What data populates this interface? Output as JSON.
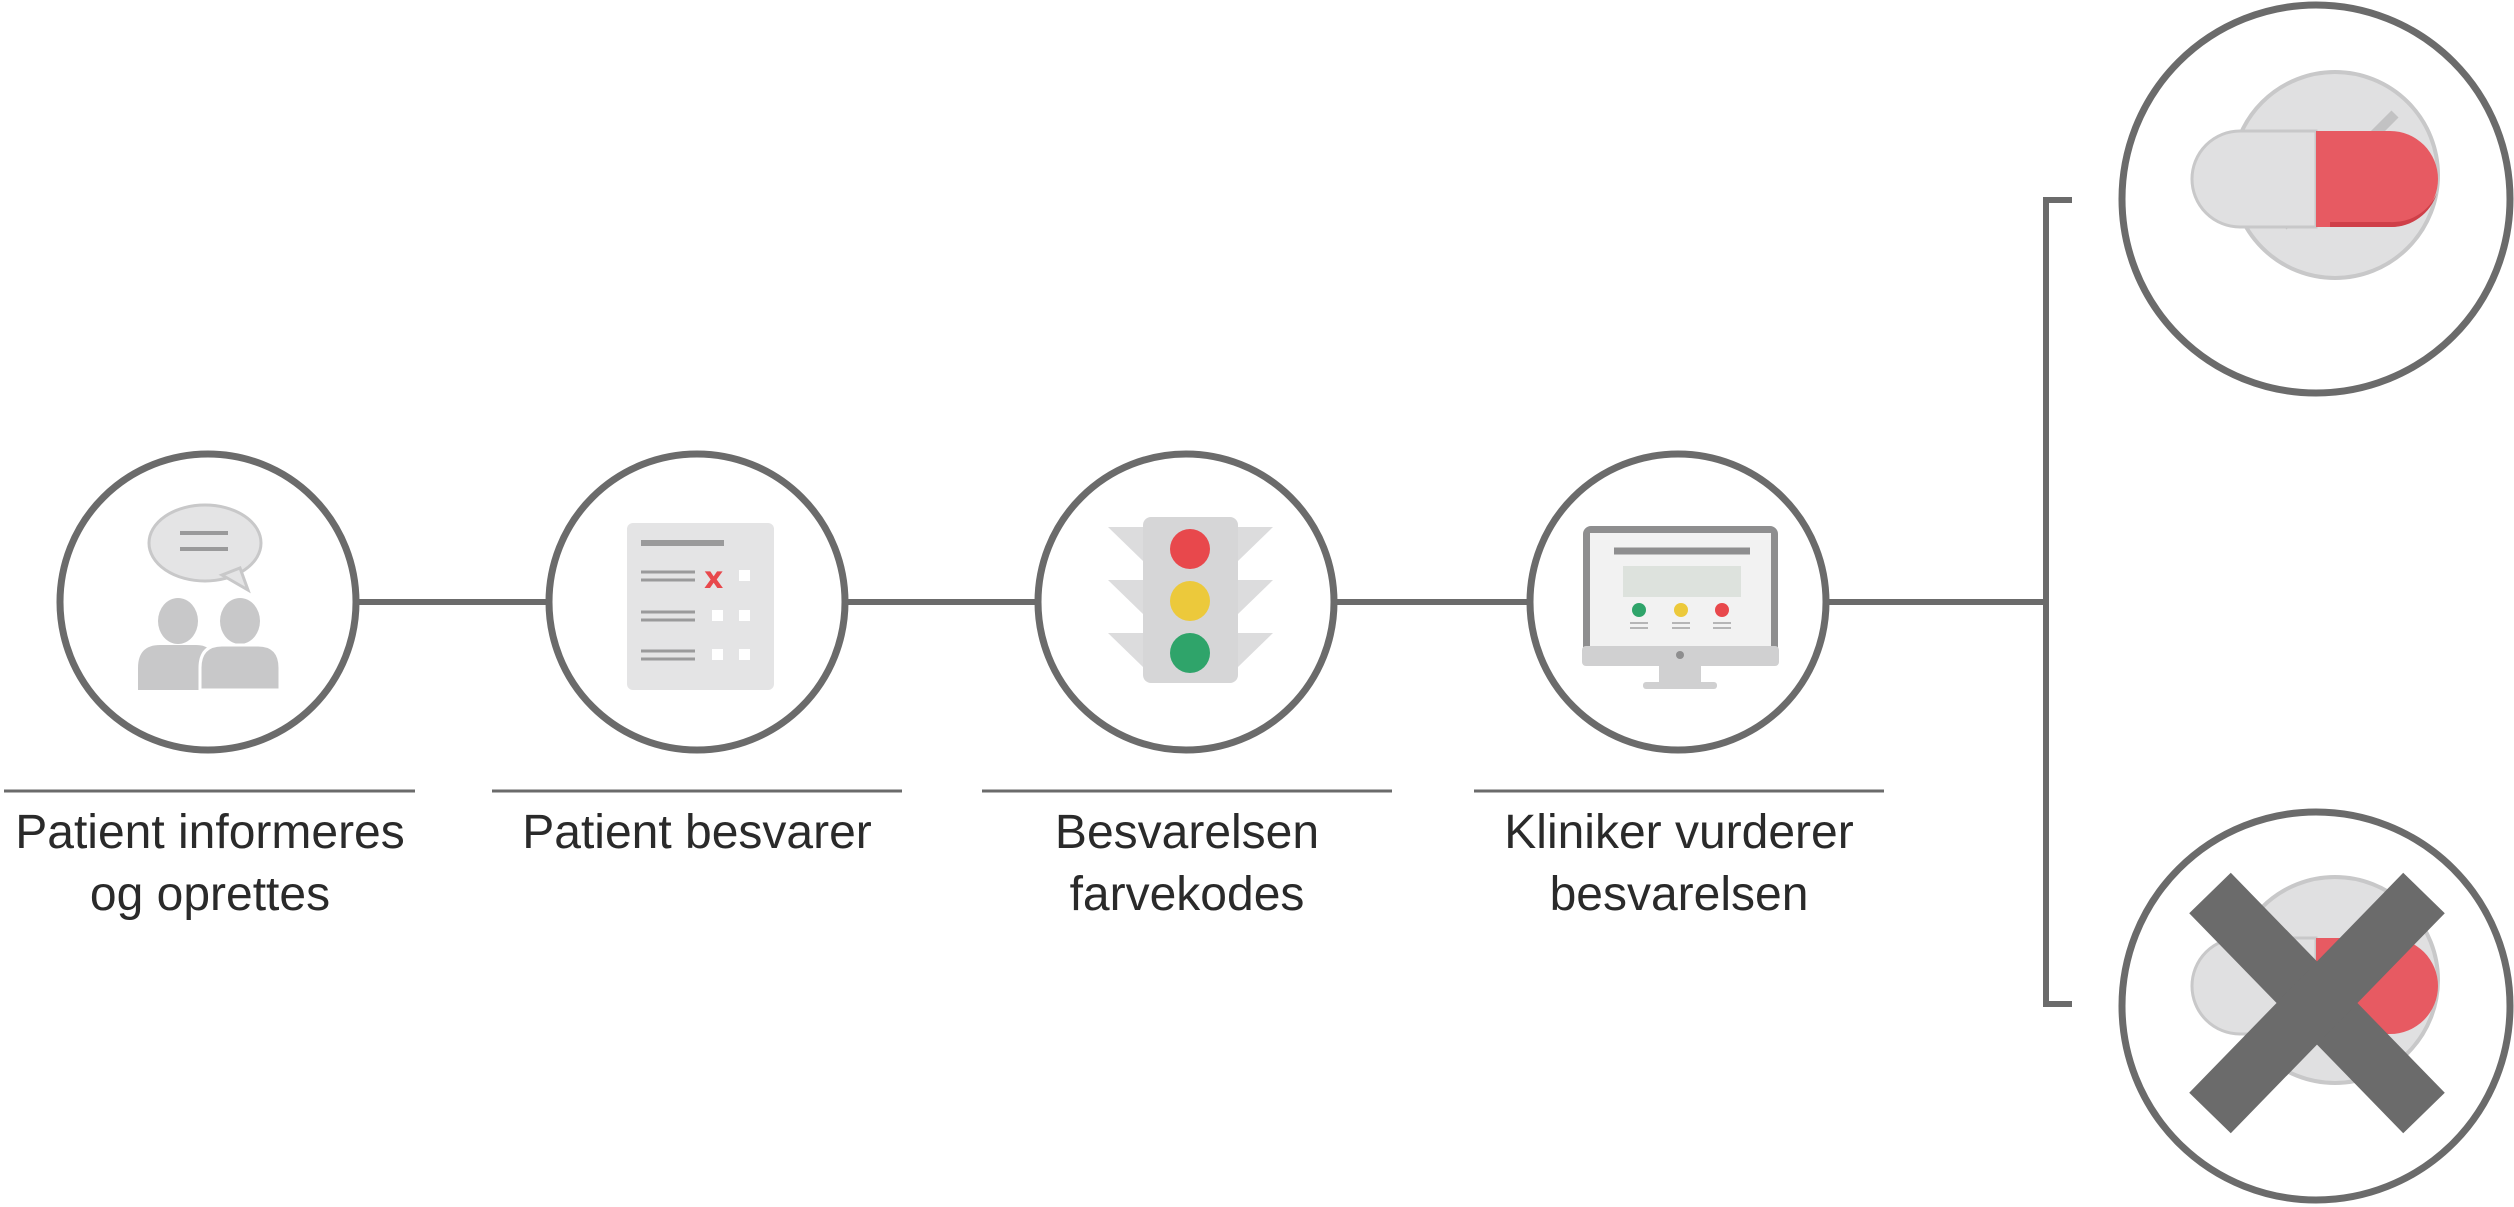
{
  "steps": [
    {
      "id": "inform",
      "line1": "Patient informeres",
      "line2": "og oprettes",
      "icon": "people-chat-icon"
    },
    {
      "id": "answer",
      "line1": "Patient besvarer",
      "line2": "",
      "icon": "questionnaire-icon"
    },
    {
      "id": "color",
      "line1": "Besvarelsen",
      "line2": "farvekodes",
      "icon": "traffic-light-icon"
    },
    {
      "id": "assess",
      "line1": "Kliniker vurderer",
      "line2": "besvarelsen",
      "icon": "monitor-icon"
    }
  ],
  "outcomes": [
    {
      "id": "medicine",
      "icon": "medicine-pills-icon"
    },
    {
      "id": "no-medicine",
      "icon": "crossed-out-pills-icon"
    }
  ],
  "colors": {
    "line": "#6b6b6b",
    "icon_gray": "#c8c8c9",
    "red": "#e8484c",
    "yellow": "#ecc93b",
    "green": "#2fa46a",
    "pill_red": "#e75a62"
  }
}
